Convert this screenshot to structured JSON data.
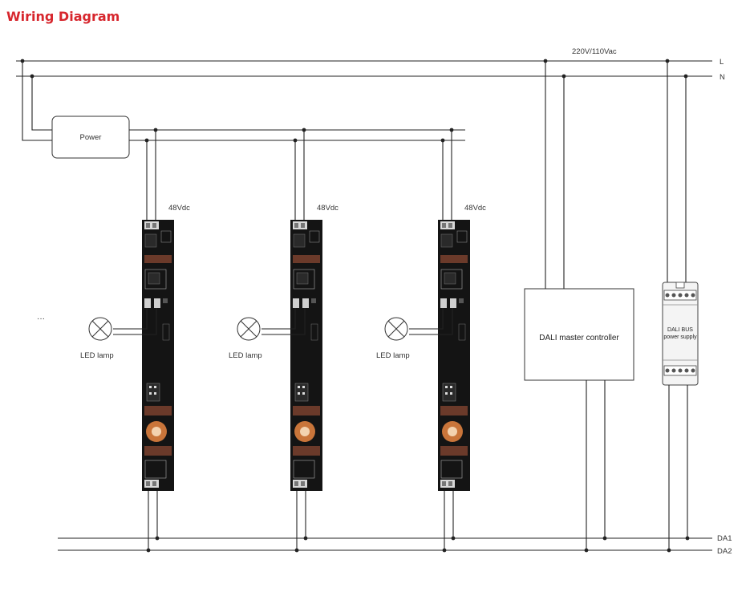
{
  "title": "Wiring Diagram",
  "voltage_label": "220V/110Vac",
  "bus_labels": {
    "L": "L",
    "N": "N",
    "DA1": "DA1",
    "DA2": "DA2"
  },
  "power_label": "Power",
  "drivers": [
    {
      "vdc_label": "48Vdc",
      "lamp_label": "LED lamp"
    },
    {
      "vdc_label": "48Vdc",
      "lamp_label": "LED lamp"
    },
    {
      "vdc_label": "48Vdc",
      "lamp_label": "LED lamp"
    }
  ],
  "ellipsis": "···",
  "master_label": "DALI master controller",
  "psu_label_1": "DALI BUS",
  "psu_label_2": "power supply",
  "colors": {
    "title": "#d7262d",
    "line": "#222222",
    "board": "#141414",
    "coil": "#c9753a"
  }
}
